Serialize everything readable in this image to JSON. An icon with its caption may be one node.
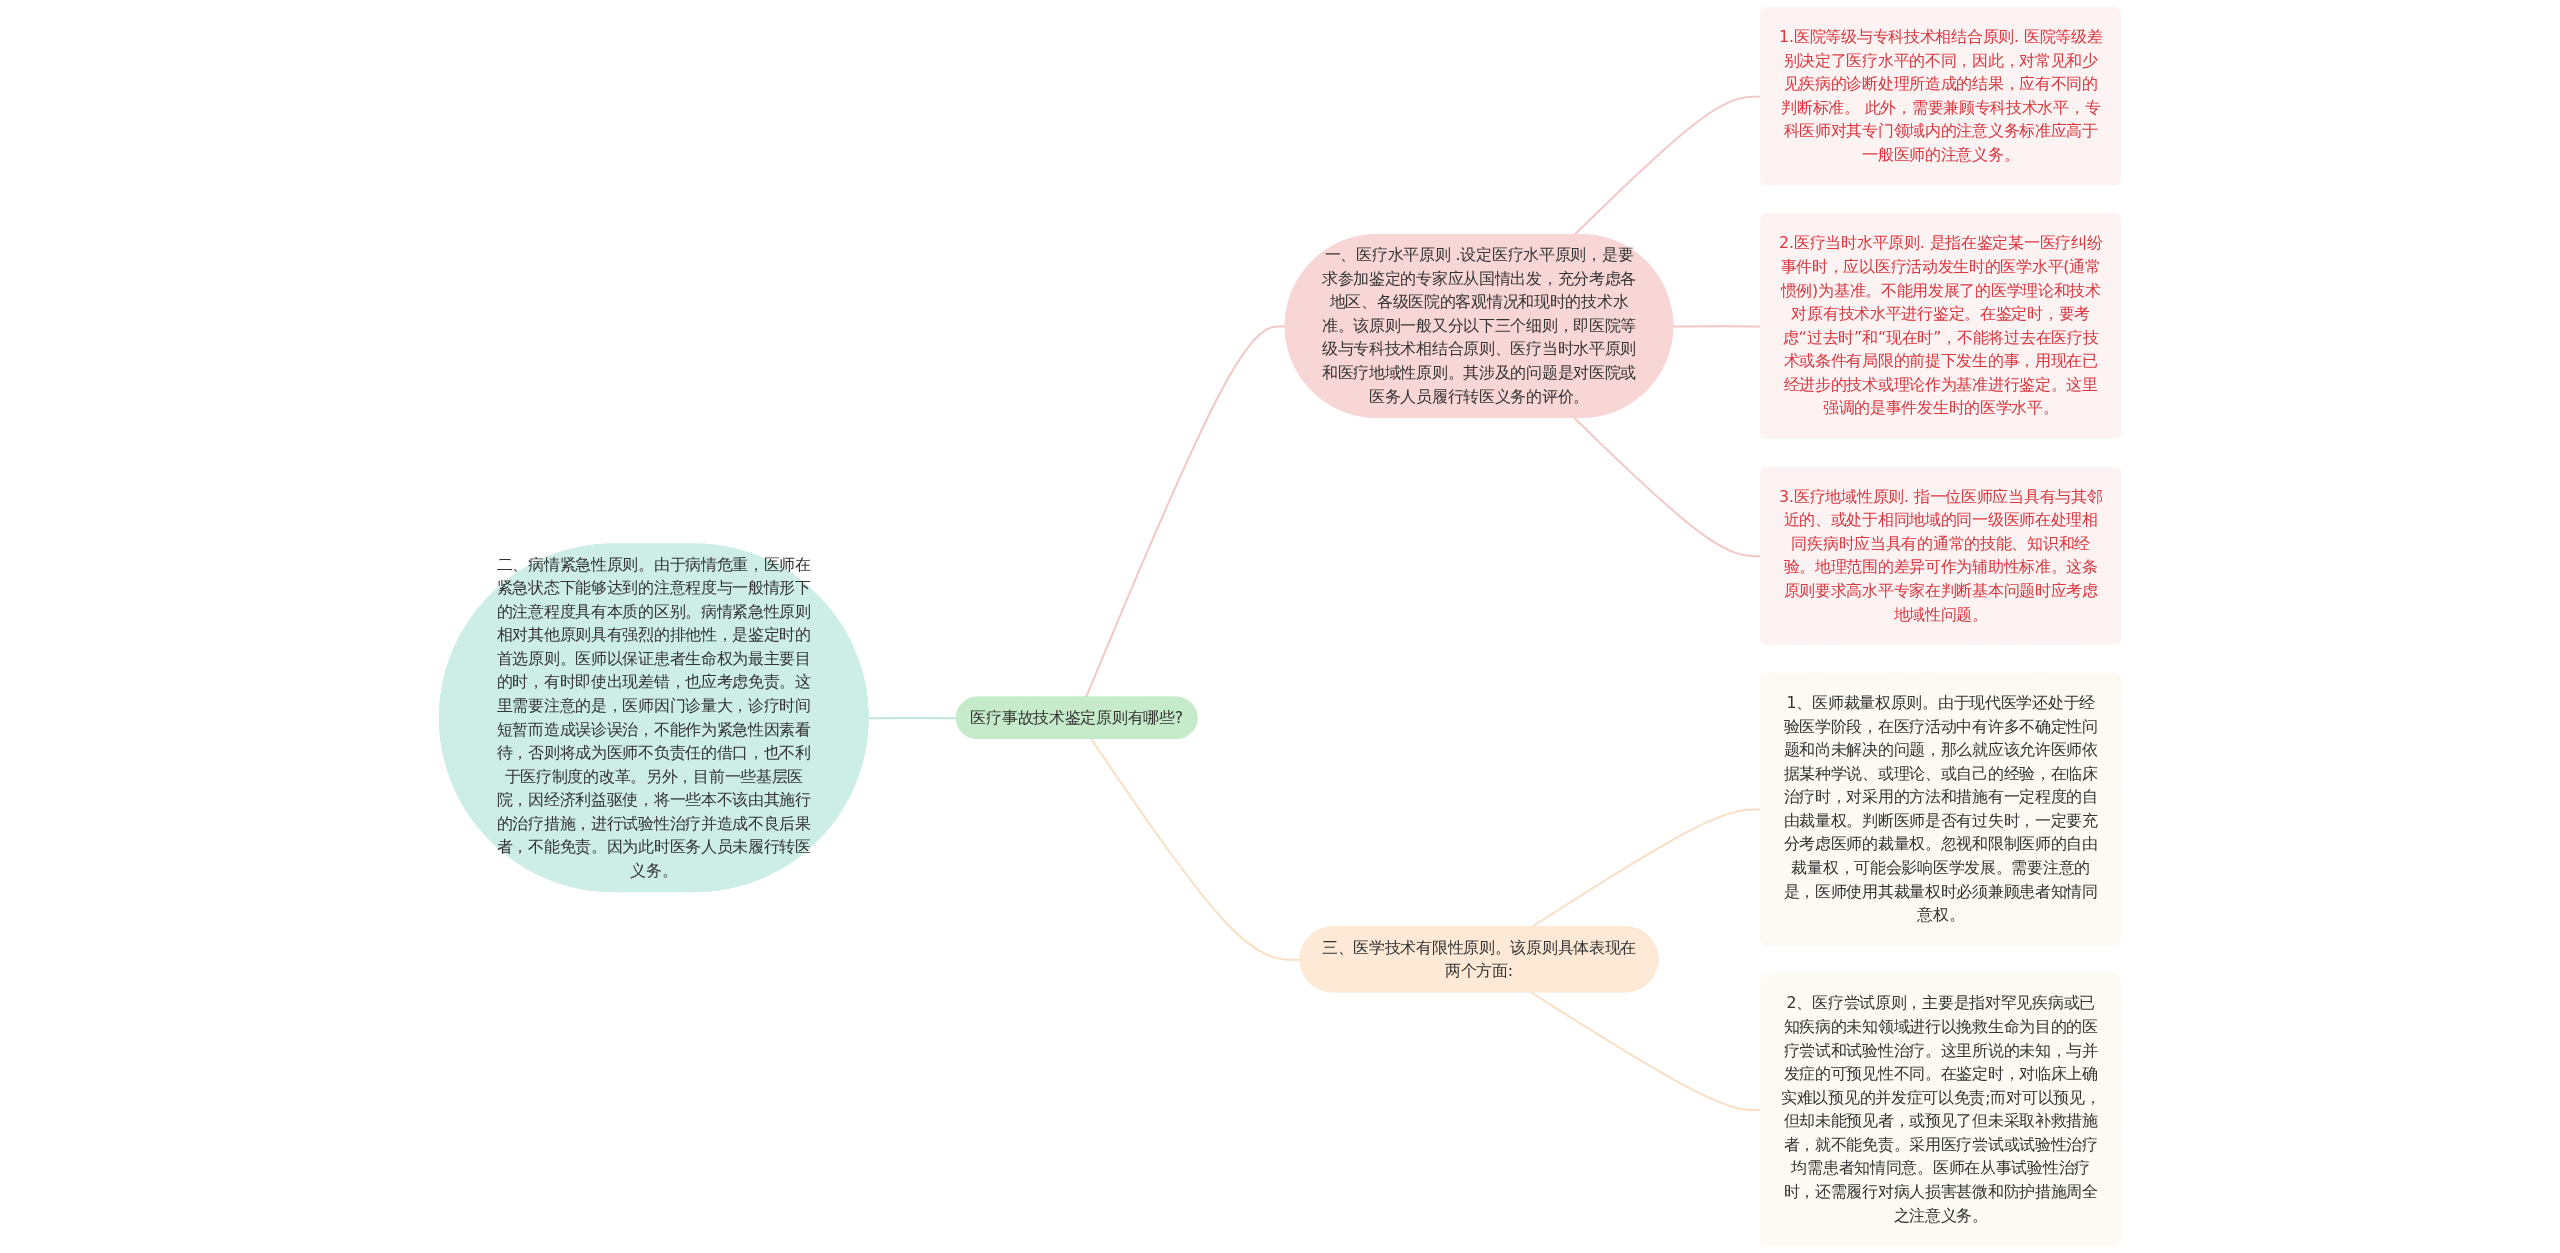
{
  "diagram": {
    "nodes": [
      {
        "text": [
          "医疗事故技术鉴定原则有哪些?"
        ]
      },
      {
        "text": [
          "一、医疗水平原则 .设定医疗水平原则，是要求参加鉴定的专家应从国情出发，充分考虑各地区、各级医院的客观情况和现时的技术水准。该原则一般又分以下三个细则，即医院等级与专科技术相结合原则、医疗当时水平原则和医疗地域性原则。其涉及的问题是对医院或医务人员履行转医义务的评价。"
        ]
      },
      {
        "text": [
          "1.医院等级与专科技术相结合原则. 医院等级差别决定了医疗水平的不同，因此，对常见和少见疾病的诊断处理所造成的结果，应有不同的判断标准。 此外，需要兼顾专科技术水平，专科医师对其专门领域内的注意义务标准应高于一般医师的注意义务。"
        ]
      },
      {
        "text": [
          "2.医疗当时水平原则. 是指在鉴定某一医疗纠纷事件时，应以医疗活动发生时的医学水平(通常惯例)为基准。不能用发展了的医学理论和技术对原有技术水平进行鉴定。在鉴定时，要考虑“过去时”和“现在时”，不能将过去在医疗技术或条件有局限的前提下发生的事，用现在已经进步的技术或理论作为基准进行鉴定。这里强调的是事件发生时的医学水平。"
        ]
      },
      {
        "text": [
          "3.医疗地域性原则. 指一位医师应当具有与其邻近的、或处于相同地域的同一级医师在处理相同疾病时应当具有的通常的技能、知识和经验。地理范围的差异可作为辅助性标准。这条原则要求高水平专家在判断基本问题时应考虑地域性问题。"
        ]
      },
      {
        "text": [
          "二、病情紧急性原则。由于病情危重，医师在紧急状态下能够达到的注意程度与一般情形下的注意程度具有本质的区别。病情紧急性原则相对其他原则具有强烈的排他性，是鉴定时的首选原则。医师以保证患者生命权为最主要目的时，有时即使出现差错，也应考虑免责。这里需要注意的是，医师因门诊量大，诊疗时间短暂而造成误诊误治，不能作为紧急性因素看待，否则将成为医师不负责任的借口，也不利于医疗制度的改革。另外，目前一些基层医院，因经济利益驱使，将一些本不该由其施行的治疗措施，进行试验性治疗并造成不良后果者，不能免责。因为此时医务人员未履行转医义务。"
        ]
      },
      {
        "text": [
          "三、医学技术有限性原则。该原则具体表现在两个方面:"
        ]
      },
      {
        "text": [
          "1、医师裁量权原则。由于现代医学还处于经验医学阶段，在医疗活动中有许多不确定性问题和尚未解决的问题，那么就应该允许医师依据某种学说、或理论、或自己的经验，在临床治疗时，对采用的方法和措施有一定程度的自由裁量权。判断医师是否有过失时，一定要充分考虑医师的裁量权。忽视和限制医师的自由裁量权，可能会影响医学发展。需要注意的是，医师使用其裁量权时必须兼顾患者知情同意权。"
        ]
      },
      {
        "text": [
          "2、医疗尝试原则，主要是指对罕见疾病或已知疾病的未知领域进行以挽救生命为目的的医疗尝试和试验性治疗。这里所说的未知，与并发症的可预见性不同。在鉴定时，对临床上确实难以预见的并发症可以免责;而对可以预见，但却未能预见者，或预见了但未采取补救措施者，就不能免责。采用医疗尝试或试验性治疗均需患者知情同意。医师在从事试验性治疗时，还需履行对病人损害甚微和防护措施周全之注意义务。"
        ]
      }
    ],
    "edges": [
      {
        "from": 0,
        "to": 1,
        "arrow": "none"
      },
      {
        "from": 1,
        "to": 2,
        "arrow": "none"
      },
      {
        "from": 1,
        "to": 3,
        "arrow": "none"
      },
      {
        "from": 1,
        "to": 4,
        "arrow": "none"
      },
      {
        "from": 0,
        "to": 5,
        "arrow": "none",
        "color": "#bfe6dc"
      },
      {
        "from": 0,
        "to": 6,
        "arrow": "none",
        "color": "#f8dfc4"
      },
      {
        "from": 6,
        "to": 7,
        "arrow": "none",
        "color": "#f8dfc4"
      },
      {
        "from": 6,
        "to": 8,
        "arrow": "none",
        "color": "#f8dfc4"
      }
    ]
  }
}
